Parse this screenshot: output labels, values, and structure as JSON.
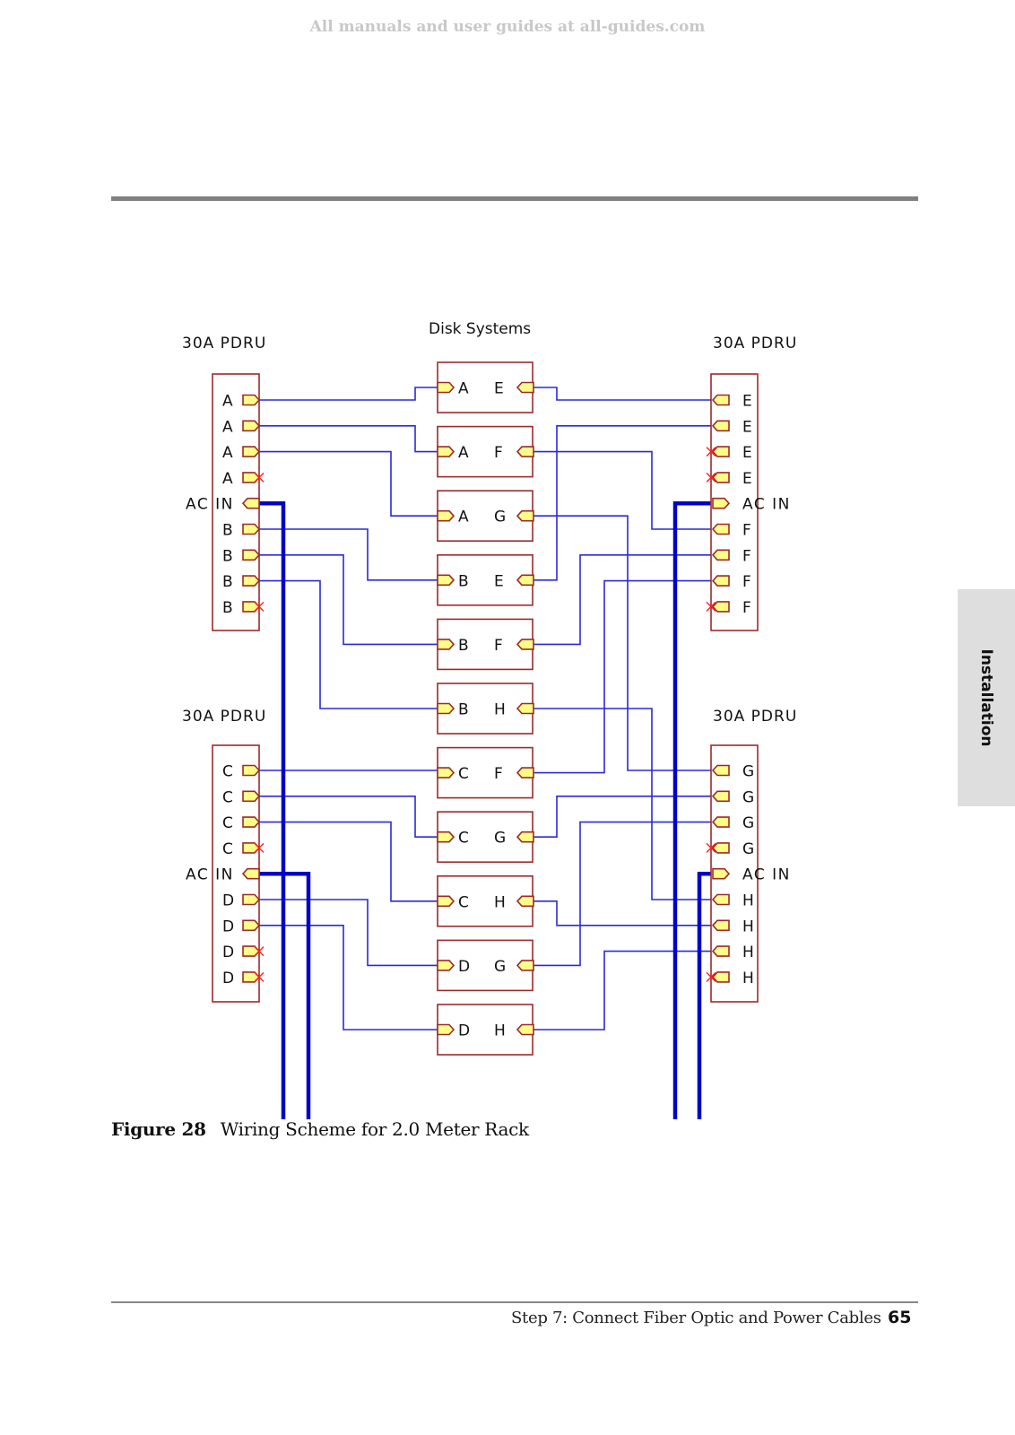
{
  "page": {
    "watermark": "All manuals and user guides at all-guides.com",
    "side_tab": "Installation",
    "caption_number": "Figure 28",
    "caption_text": "Wiring Scheme for 2.0 Meter Rack",
    "footer_text": "Step 7: Connect Fiber Optic and Power Cables",
    "page_number": "65"
  },
  "colors": {
    "box_border": "#9b2b2b",
    "port_fill": "#ffff88",
    "signal_wire": "#2a2ad8",
    "power_wire": "#0000c8",
    "unused_mark": "#ff2020"
  },
  "diagram": {
    "disk_systems_title": "Disk Systems",
    "pdrus": [
      {
        "id": "pdru-upper-left",
        "title": "30A PDRU",
        "side": "left",
        "ports": [
          {
            "label": "A",
            "used": true
          },
          {
            "label": "A",
            "used": true
          },
          {
            "label": "A",
            "used": true
          },
          {
            "label": "A",
            "used": false
          },
          {
            "label": "AC IN",
            "ac": true
          },
          {
            "label": "B",
            "used": true
          },
          {
            "label": "B",
            "used": true
          },
          {
            "label": "B",
            "used": true
          },
          {
            "label": "B",
            "used": false
          }
        ]
      },
      {
        "id": "pdru-upper-right",
        "title": "30A PDRU",
        "side": "right",
        "ports": [
          {
            "label": "E",
            "used": true
          },
          {
            "label": "E",
            "used": true
          },
          {
            "label": "E",
            "used": false
          },
          {
            "label": "E",
            "used": false
          },
          {
            "label": "AC IN",
            "ac": true
          },
          {
            "label": "F",
            "used": true
          },
          {
            "label": "F",
            "used": true
          },
          {
            "label": "F",
            "used": true
          },
          {
            "label": "F",
            "used": false
          }
        ]
      },
      {
        "id": "pdru-lower-left",
        "title": "30A PDRU",
        "side": "left",
        "ports": [
          {
            "label": "C",
            "used": true
          },
          {
            "label": "C",
            "used": true
          },
          {
            "label": "C",
            "used": true
          },
          {
            "label": "C",
            "used": false
          },
          {
            "label": "AC IN",
            "ac": true
          },
          {
            "label": "D",
            "used": true
          },
          {
            "label": "D",
            "used": true
          },
          {
            "label": "D",
            "used": false
          },
          {
            "label": "D",
            "used": false
          }
        ]
      },
      {
        "id": "pdru-lower-right",
        "title": "30A PDRU",
        "side": "right",
        "ports": [
          {
            "label": "G",
            "used": true
          },
          {
            "label": "G",
            "used": true
          },
          {
            "label": "G",
            "used": true
          },
          {
            "label": "G",
            "used": false
          },
          {
            "label": "AC IN",
            "ac": true
          },
          {
            "label": "H",
            "used": true
          },
          {
            "label": "H",
            "used": true
          },
          {
            "label": "H",
            "used": true
          },
          {
            "label": "H",
            "used": false
          }
        ]
      }
    ],
    "disk_systems": [
      {
        "left": "A",
        "right": "E"
      },
      {
        "left": "A",
        "right": "F"
      },
      {
        "left": "A",
        "right": "G"
      },
      {
        "left": "B",
        "right": "E"
      },
      {
        "left": "B",
        "right": "F"
      },
      {
        "left": "B",
        "right": "H"
      },
      {
        "left": "C",
        "right": "F"
      },
      {
        "left": "C",
        "right": "G"
      },
      {
        "left": "C",
        "right": "H"
      },
      {
        "left": "D",
        "right": "G"
      },
      {
        "left": "D",
        "right": "H"
      }
    ],
    "connections": [
      {
        "from": "pdru-upper-left:0",
        "to": "disk:0:left"
      },
      {
        "from": "pdru-upper-left:1",
        "to": "disk:1:left"
      },
      {
        "from": "pdru-upper-left:2",
        "to": "disk:2:left"
      },
      {
        "from": "pdru-upper-left:5",
        "to": "disk:3:left"
      },
      {
        "from": "pdru-upper-left:6",
        "to": "disk:4:left"
      },
      {
        "from": "pdru-upper-left:7",
        "to": "disk:5:left"
      },
      {
        "from": "pdru-lower-left:0",
        "to": "disk:6:left"
      },
      {
        "from": "pdru-lower-left:1",
        "to": "disk:7:left"
      },
      {
        "from": "pdru-lower-left:2",
        "to": "disk:8:left"
      },
      {
        "from": "pdru-lower-left:5",
        "to": "disk:9:left"
      },
      {
        "from": "pdru-lower-left:6",
        "to": "disk:10:left"
      },
      {
        "from": "pdru-upper-right:0",
        "to": "disk:0:right"
      },
      {
        "from": "pdru-upper-right:1",
        "to": "disk:3:right"
      },
      {
        "from": "pdru-upper-right:5",
        "to": "disk:1:right"
      },
      {
        "from": "pdru-upper-right:6",
        "to": "disk:4:right"
      },
      {
        "from": "pdru-upper-right:7",
        "to": "disk:6:right"
      },
      {
        "from": "pdru-lower-right:0",
        "to": "disk:2:right"
      },
      {
        "from": "pdru-lower-right:1",
        "to": "disk:7:right"
      },
      {
        "from": "pdru-lower-right:2",
        "to": "disk:9:right"
      },
      {
        "from": "pdru-lower-right:5",
        "to": "disk:5:right"
      },
      {
        "from": "pdru-lower-right:6",
        "to": "disk:8:right"
      },
      {
        "from": "pdru-lower-right:7",
        "to": "disk:10:right"
      }
    ]
  }
}
